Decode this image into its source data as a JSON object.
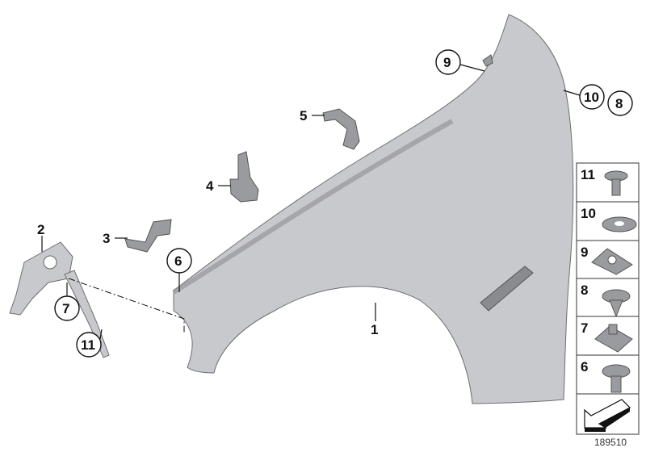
{
  "diagram_number": "189510",
  "callouts": {
    "c1": "1",
    "c2": "2",
    "c3": "3",
    "c4": "4",
    "c5": "5",
    "c6": "6",
    "c7": "7",
    "c8": "8",
    "c9": "9",
    "c10": "10",
    "c11": "11"
  },
  "legend_items": [
    {
      "number": "11",
      "icon": "hex-bolt-icon"
    },
    {
      "number": "10",
      "icon": "washer-icon"
    },
    {
      "number": "9",
      "icon": "clip-nut-icon"
    },
    {
      "number": "8",
      "icon": "self-tapping-screw-icon"
    },
    {
      "number": "7",
      "icon": "cage-nut-icon"
    },
    {
      "number": "6",
      "icon": "hex-bolt-collar-icon"
    },
    {
      "number": "",
      "icon": "direction-arrow-icon"
    }
  ],
  "colors": {
    "part": "#c8c9cc",
    "outline": "#6d6e72",
    "text": "#111111"
  }
}
